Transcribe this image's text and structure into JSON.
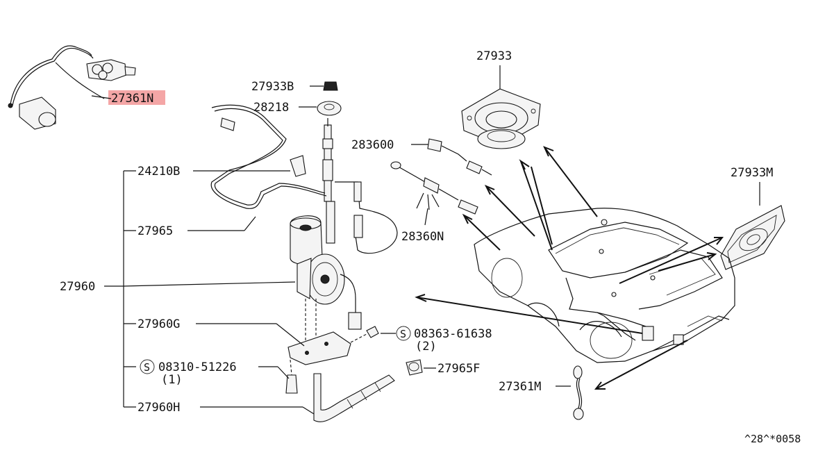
{
  "parts": {
    "p27361N": "27361N",
    "p27933B": "27933B",
    "p28218": "28218",
    "p24210B": "24210B",
    "p27965": "27965",
    "p27960": "27960",
    "p27960G": "27960G",
    "p08310": "08310-51226",
    "p08310_qty": "(1)",
    "p27960H": "27960H",
    "p283600": "283600",
    "p28360N": "28360N",
    "p08363": "08363-61638",
    "p08363_qty": "(2)",
    "p27965F": "27965F",
    "p27361M": "27361M",
    "p27933": "27933",
    "p27933M": "27933M",
    "s_symbol": "S"
  },
  "diagram_code": "^28^*0058",
  "colors": {
    "highlight": "#f4a6a6",
    "line": "#111111"
  }
}
